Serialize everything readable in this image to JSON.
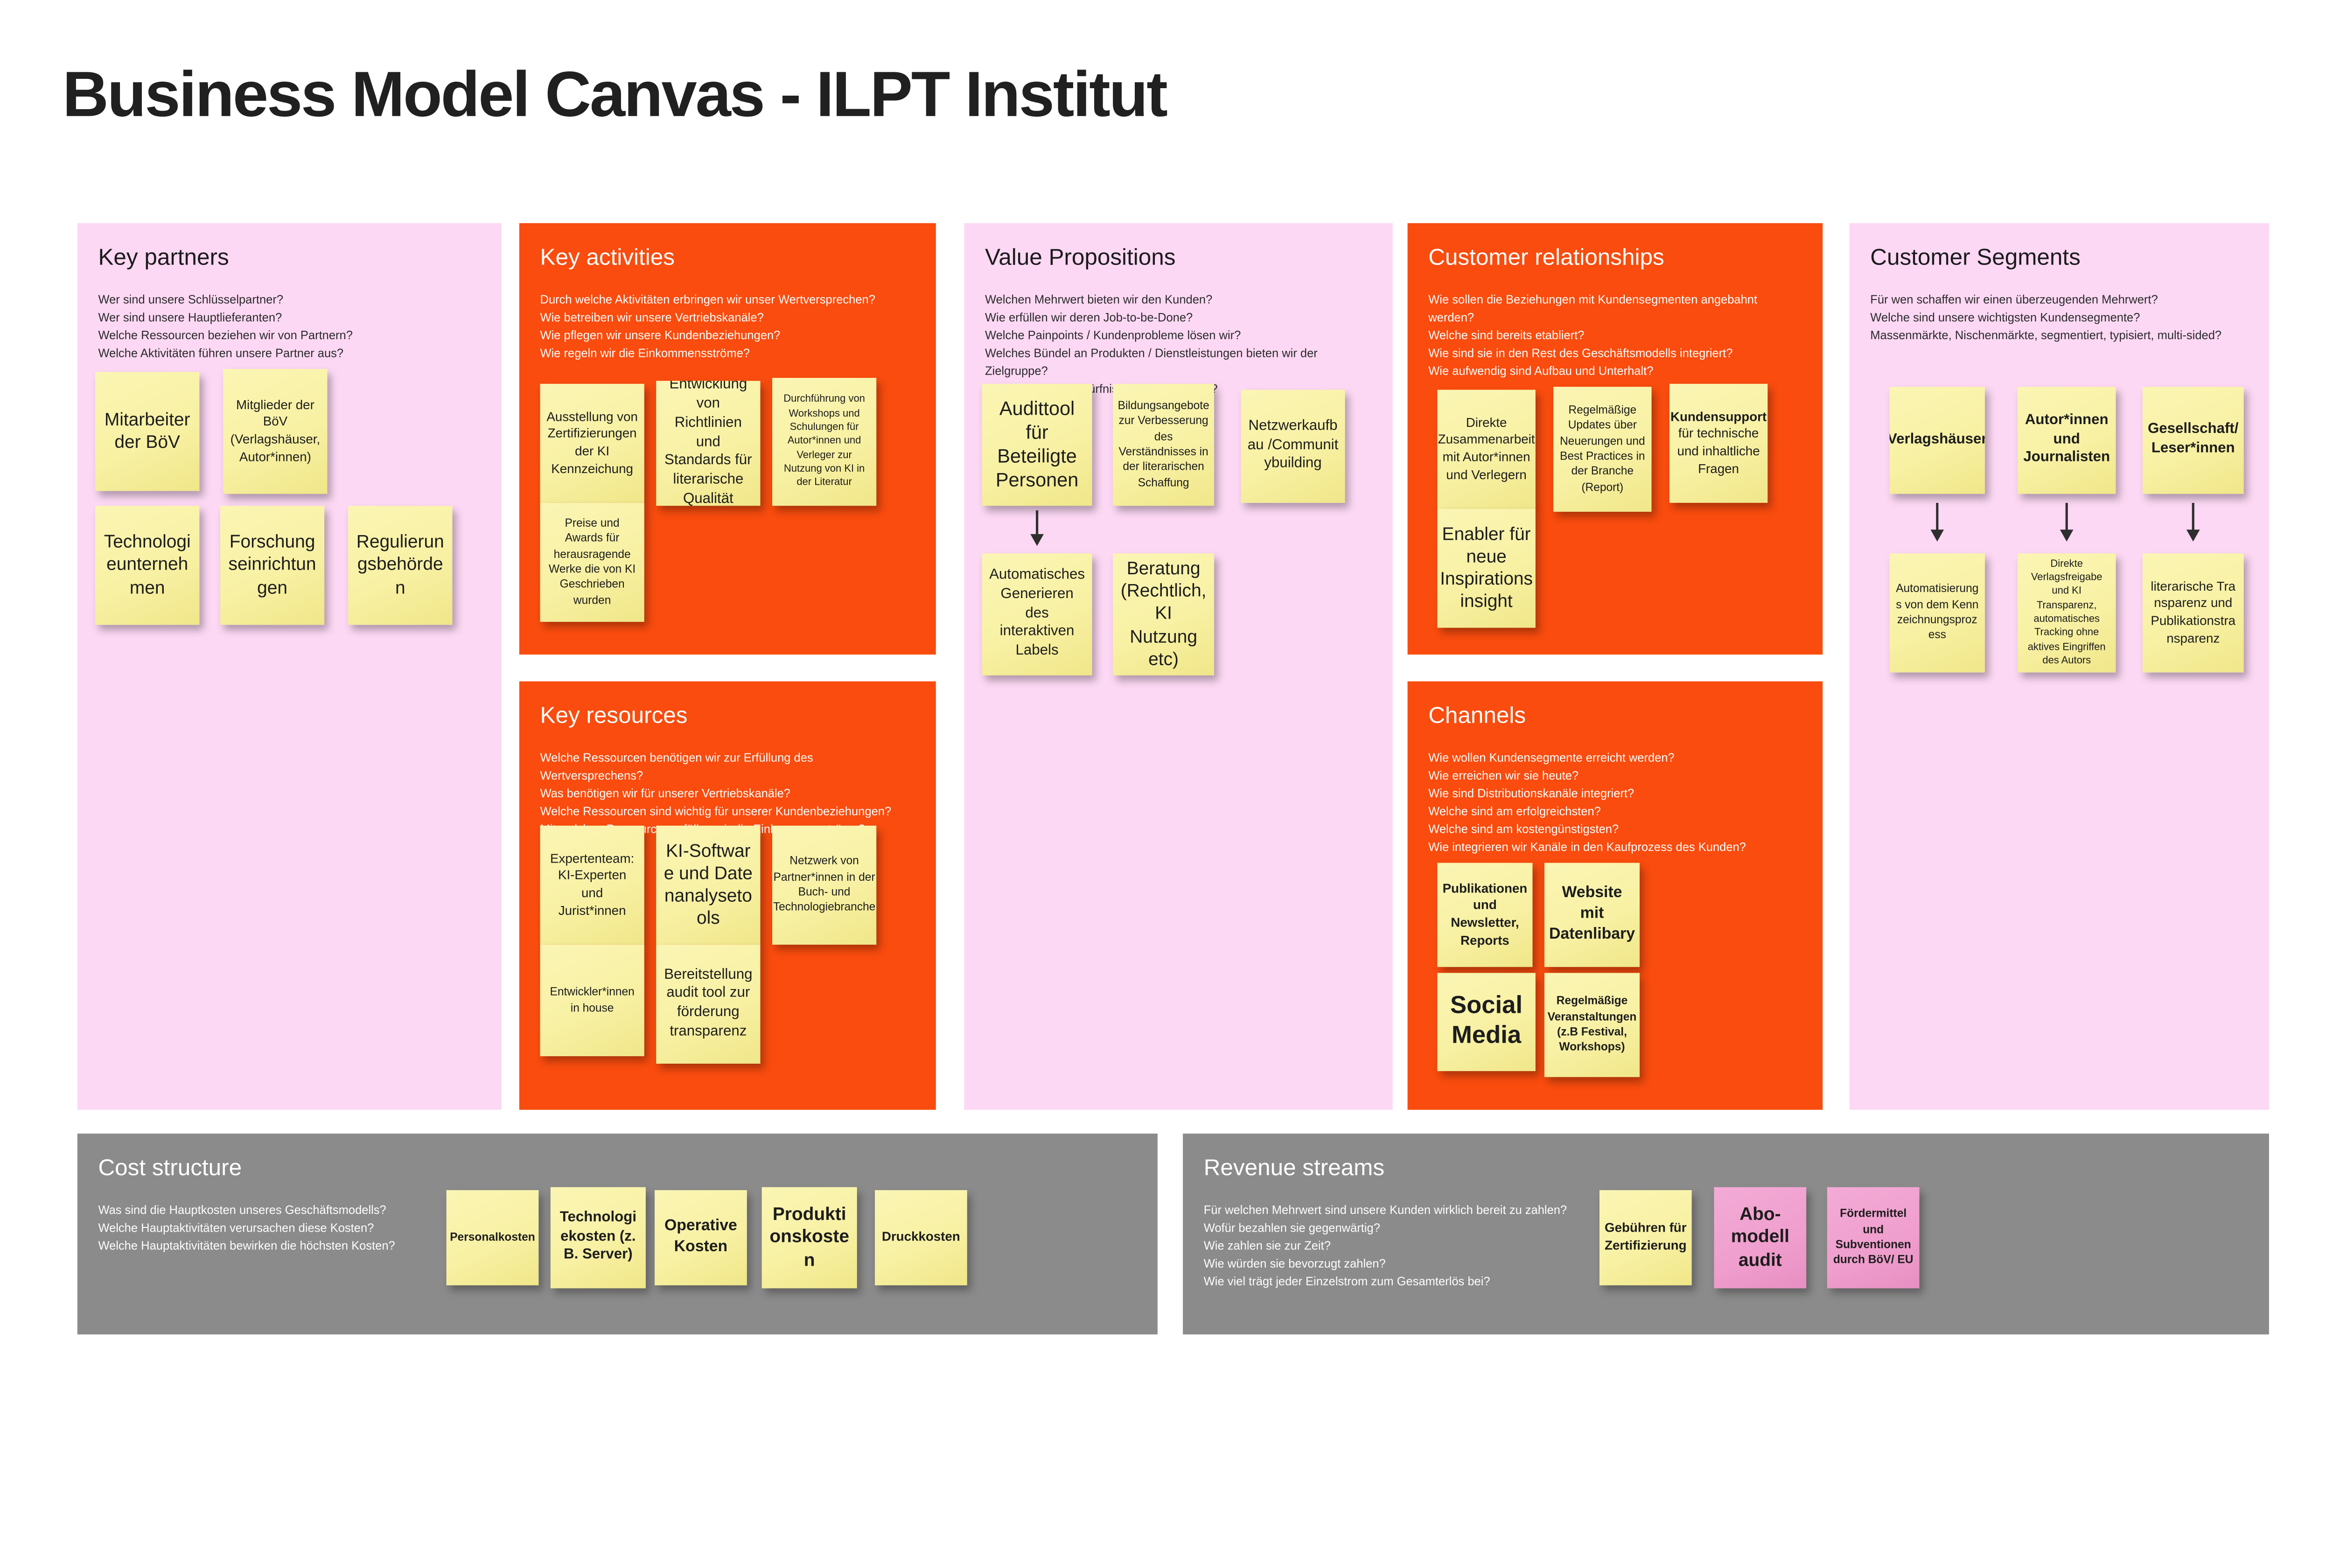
{
  "title": "Business Model Canvas - ILPT Institut",
  "colors": {
    "panel_pink": "#fcd8f4",
    "panel_orange": "#f94c0e",
    "panel_gray": "#8b8b8b",
    "note_yellow": "#f8f1a4",
    "note_pink": "#ef9ecd",
    "ink": "#1e1e1e"
  },
  "sections": {
    "key_partners": {
      "title": "Key partners",
      "questions": [
        "Wer sind unsere Schlüsselpartner?",
        "Wer sind unsere Hauptlieferanten?",
        "Welche Ressourcen beziehen wir von Partnern?",
        "Welche Aktivitäten führen unsere Partner aus?"
      ],
      "notes": [
        "Mitarbeiter der BöV",
        "Mitglieder der BöV (Verlagshäuser, Autor*innen)",
        "Technologieunternehmen",
        "Forschungseinrichtungen",
        "Regulierungsbehörden"
      ]
    },
    "key_activities": {
      "title": "Key activities",
      "questions": [
        "Durch welche Aktivitäten erbringen wir unser Wertversprechen?",
        "Wie betreiben wir unsere Vertriebskanäle?",
        "Wie pflegen wir unsere Kundenbeziehungen?",
        "Wie regeln wir die Einkommensströme?"
      ],
      "notes": [
        "Ausstellung von Zertifizierungen der KI Kennzeichung",
        "Entwicklung von Richtlinien und Standards für literarische Qualität",
        "Durchführung von Workshops und Schulungen für Autor*innen und Verleger zur Nutzung von KI in der Literatur",
        "Preise und Awards für herausragende Werke die von KI Geschrieben wurden"
      ]
    },
    "key_resources": {
      "title": "Key resources",
      "questions": [
        "Welche Ressourcen benötigen wir zur Erfüllung des Wertversprechens?",
        "Was benötigen wir für unserer Vertriebskanäle?",
        "Welche Ressourcen sind wichtig für unserer Kundenbeziehungen?",
        "Mit welchen Ressourcen erfüllen wir die Einkommensströme?"
      ],
      "notes": [
        "Expertenteam: KI-Experten und Jurist*innen",
        "KI-Software und Datenanalysetools",
        "Netzwerk von Partner*innen in der Buch- und Technologiebranche",
        "Entwickler*innen in house",
        "Bereitstellung audit tool zur förderung transparenz"
      ]
    },
    "value_propositions": {
      "title": "Value Propositions",
      "questions": [
        "Welchen Mehrwert bieten wir den Kunden?",
        "Wie erfüllen wir deren Job-to-be-Done?",
        "Welche Painpoints / Kundenprobleme lösen wir?",
        "Welches Bündel an Produkten / Dienstleistungen bieten wir der Zielgruppe?",
        "Welche Kundenbedürfnisse befriedigen wir?"
      ],
      "notes": [
        "Audittool für Beteiligte Personen",
        "Bildungsangebote zur Verbesserung des Verständnisses in der literarischen Schaffung",
        "Netzwerkaufbau /Communitybuilding",
        "Automatisches Generieren des interaktiven Labels",
        "Beratung (Rechtlich, KI Nutzung etc)"
      ]
    },
    "customer_relationships": {
      "title": "Customer relationships",
      "questions": [
        "Wie sollen die Beziehungen mit Kundensegmenten angebahnt werden?",
        "Welche sind bereits etabliert?",
        "Wie sind sie in den Rest des Geschäftsmodells integriert?",
        "Wie aufwendig sind Aufbau und Unterhalt?"
      ],
      "notes": [
        "Direkte Zusammenarbeit mit Autor*innen und Verlegern",
        "Regelmäßige Updates über Neuerungen und Best Practices in der Branche (Report)",
        "Enabler für neue Inspirations insight"
      ],
      "kundensupport": {
        "lead": "Kundensupport",
        "rest": " für technische und inhaltliche Fragen"
      }
    },
    "channels": {
      "title": "Channels",
      "questions": [
        "Wie wollen Kundensegmente erreicht werden?",
        "Wie erreichen wir sie heute?",
        "Wie sind Distributionskanäle integriert?",
        "Welche sind am erfolgreichsten?",
        "Welche sind am kostengünstigsten?",
        "Wie integrieren wir Kanäle in den Kaufprozess des Kunden?"
      ],
      "notes": [
        "Publikationen und Newsletter, Reports",
        "Website mit Datenlibary",
        "Social Media",
        "Regelmäßige Veranstaltungen (z.B Festival, Workshops)"
      ]
    },
    "customer_segments": {
      "title": "Customer Segments",
      "questions": [
        "Für wen schaffen wir einen überzeugenden Mehrwert?",
        "Welche sind unsere wichtigsten Kundensegmente?",
        "Massenmärkte, Nischenmärkte, segmentiert, typisiert, multi-sided?"
      ],
      "top_notes": [
        "Verlagshäuser",
        "Autor*innen und Journalisten",
        "Gesellschaft/ Leser*innen"
      ],
      "bottom_notes": [
        "Automatisierungs von dem Kennzeichnungsprozess",
        "Direkte Verlagsfreigabe und KI Transparenz, automatisches Tracking ohne aktives Eingriffen des Autors",
        "literarische Transparenz und Publikationstransparenz"
      ]
    },
    "cost_structure": {
      "title": "Cost structure",
      "questions": [
        "Was sind die Hauptkosten unseres Geschäftsmodells?",
        "Welche Hauptaktivitäten verursachen diese Kosten?",
        "Welche Hauptaktivitäten bewirken die höchsten Kosten?"
      ],
      "notes": [
        "Personalkosten",
        "Technologiekosten (z.B. Server)",
        "Operative Kosten",
        "Produktionskosten",
        "Druckkosten"
      ]
    },
    "revenue_streams": {
      "title": "Revenue streams",
      "questions": [
        "Für welchen Mehrwert sind unsere Kunden wirklich bereit zu zahlen?",
        "Wofür bezahlen sie gegenwärtig?",
        "Wie zahlen sie zur Zeit?",
        "Wie würden sie bevorzugt zahlen?",
        "Wie viel trägt jeder Einzelstrom zum Gesamterlös bei?"
      ],
      "notes": [
        "Gebühren für Zertifizierung",
        "Abo-modell audit",
        "Fördermittel und Subventionen durch BöV/ EU"
      ]
    }
  }
}
